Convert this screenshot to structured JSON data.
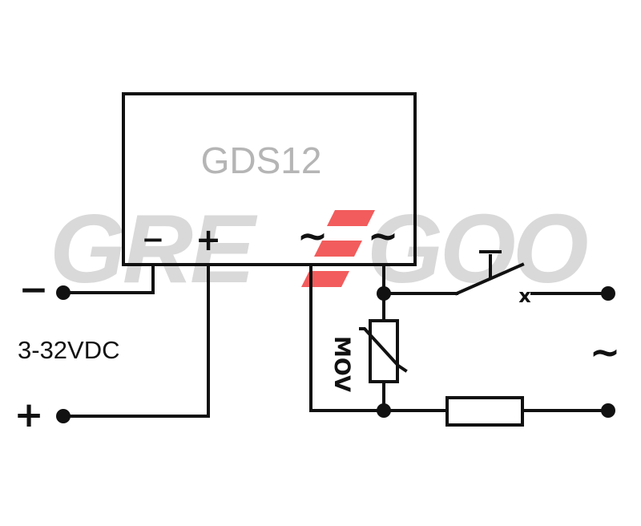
{
  "watermark": {
    "brand_left": "GRE",
    "brand_right": "GOO",
    "mark_color": "#f25c5c",
    "text_color": "#d9d9d9"
  },
  "device": {
    "model": "GDS12",
    "terminal_minus": "−",
    "terminal_plus": "+",
    "terminal_ac_1": "~",
    "terminal_ac_2": "~"
  },
  "dc_input": {
    "voltage_range": "3-32VDC",
    "minus_symbol": "−",
    "plus_symbol": "+"
  },
  "ac_side": {
    "mov_label": "MOV",
    "ac_symbol": "~"
  },
  "colors": {
    "wire": "#111111",
    "model_label": "#b5b5b5"
  }
}
